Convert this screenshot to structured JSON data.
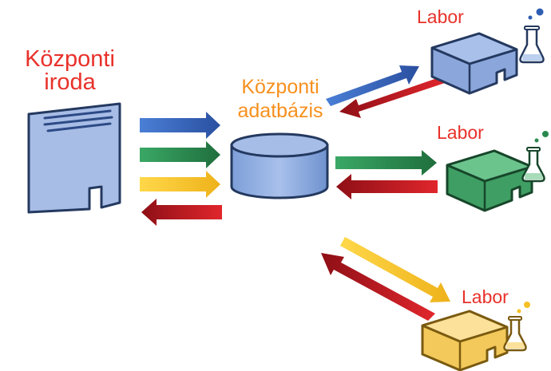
{
  "labels": {
    "central_office_line1": "Központi",
    "central_office_line2": "iroda",
    "central_database_line1": "Központi",
    "central_database_line2": "adatbázis",
    "lab_top": "Labor",
    "lab_middle": "Labor",
    "lab_bottom": "Labor"
  },
  "colors": {
    "office_label": "#e8312a",
    "database_label": "#f7901e",
    "lab_label": "#e8312a",
    "arrow_blue": "#2f5db3",
    "arrow_green": "#2a8a4e",
    "arrow_yellow": "#f5c126",
    "arrow_red": "#b3161e",
    "building_blue": "#9bb3e0",
    "building_green": "#5db883",
    "building_yellow": "#f7d77a"
  },
  "icons": {
    "office": "office-building-icon",
    "database": "database-cylinder-icon",
    "lab": "lab-building-icon",
    "flask": "flask-icon"
  }
}
